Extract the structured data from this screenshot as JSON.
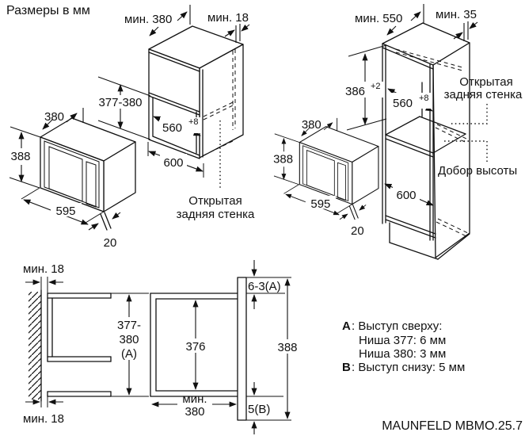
{
  "title": "Размеры в мм",
  "model": "MAUNFELD MBMO.25.7",
  "microwave": {
    "depth": "380",
    "height": "388",
    "width": "595",
    "frame_depth": "20"
  },
  "wall_cabinet": {
    "min_top_depth": "мин. 380",
    "min_side_gap": "мин. 18",
    "niche_height": "377-380",
    "niche_width": "560",
    "niche_width_tol": "+8",
    "outer_width": "600",
    "open_back_l1": "Открытая",
    "open_back_l2": "задняя стенка"
  },
  "tall_cabinet": {
    "min_top_depth": "мин. 550",
    "min_side_gap": "мин. 35",
    "niche_height": "386",
    "niche_height_tol": "+2",
    "niche_width": "560",
    "niche_width_tol": "+8",
    "outer_width": "600",
    "open_back_l1": "Открытая",
    "open_back_l2": "задняя стенка",
    "height_filler": "Добор высоты"
  },
  "section": {
    "min_wall_gap_top": "мин. 18",
    "min_wall_gap_bottom": "мин. 18",
    "niche_height_l1": "377-",
    "niche_height_l2": "380",
    "niche_height_l3": "(A)",
    "inner_height": "376",
    "min_depth_l1": "мин.",
    "min_depth_l2": "380",
    "top_protrusion": "6-3(A)",
    "front_height": "388",
    "bottom_protrusion": "5(B)"
  },
  "legend": {
    "a_key": "A",
    "a_text": ": Выступ сверху:",
    "a_item1": "Ниша 377: 6 мм",
    "a_item2": "Ниша 380: 3 мм",
    "b_key": "B",
    "b_text": ": Выступ снизу: 5 мм"
  }
}
